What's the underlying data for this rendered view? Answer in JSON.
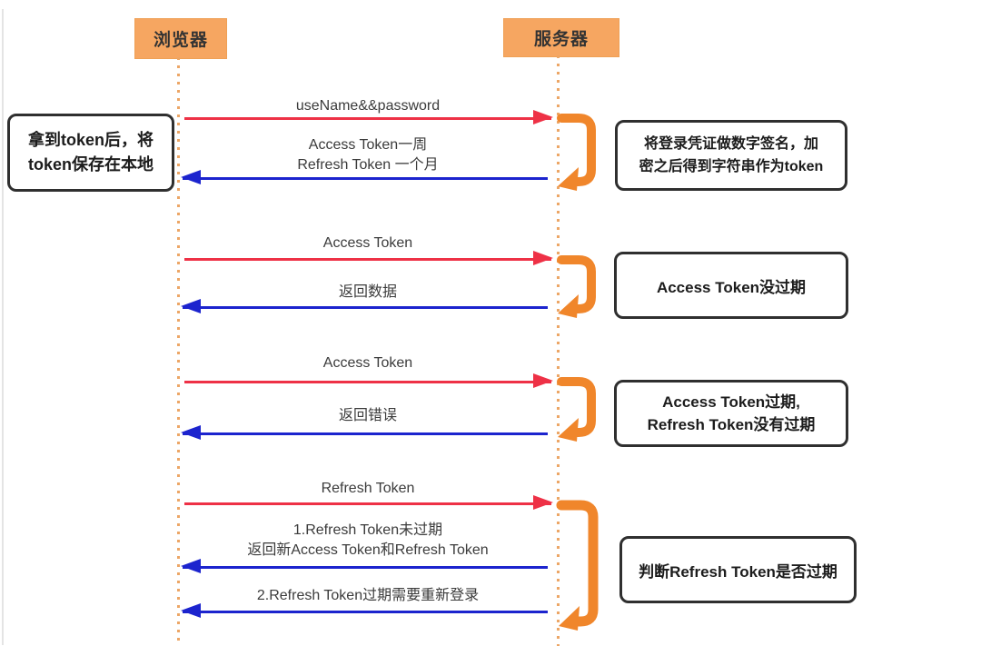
{
  "actors": {
    "browser": "浏览器",
    "server": "服务器"
  },
  "left_note": {
    "lines": [
      "拿到token后，将",
      "token保存在本地"
    ]
  },
  "sections": [
    {
      "request": "useName&&password",
      "response1": [
        "Access Token一周",
        "Refresh Token 一个月"
      ],
      "note": [
        "将登录凭证做数字签名，加",
        "密之后得到字符串作为token"
      ]
    },
    {
      "request": "Access Token",
      "response1": [
        "返回数据"
      ],
      "note": [
        "Access Token没过期"
      ]
    },
    {
      "request": "Access Token",
      "response1": [
        "返回错误"
      ],
      "note": [
        "Access Token过期,",
        "Refresh Token没有过期"
      ]
    },
    {
      "request": "Refresh Token",
      "response1": [
        "1.Refresh Token未过期",
        "返回新Access Token和Refresh Token"
      ],
      "response2": [
        "2.Refresh Token过期需要重新登录"
      ],
      "note": [
        "判断Refresh Token是否过期"
      ]
    }
  ],
  "colors": {
    "request_arrow": "#EE3146",
    "response_arrow": "#1C24CE",
    "actor_fill": "#F6A661",
    "loop_arrow": "#F0862B",
    "lifeline": "#ECA666"
  }
}
